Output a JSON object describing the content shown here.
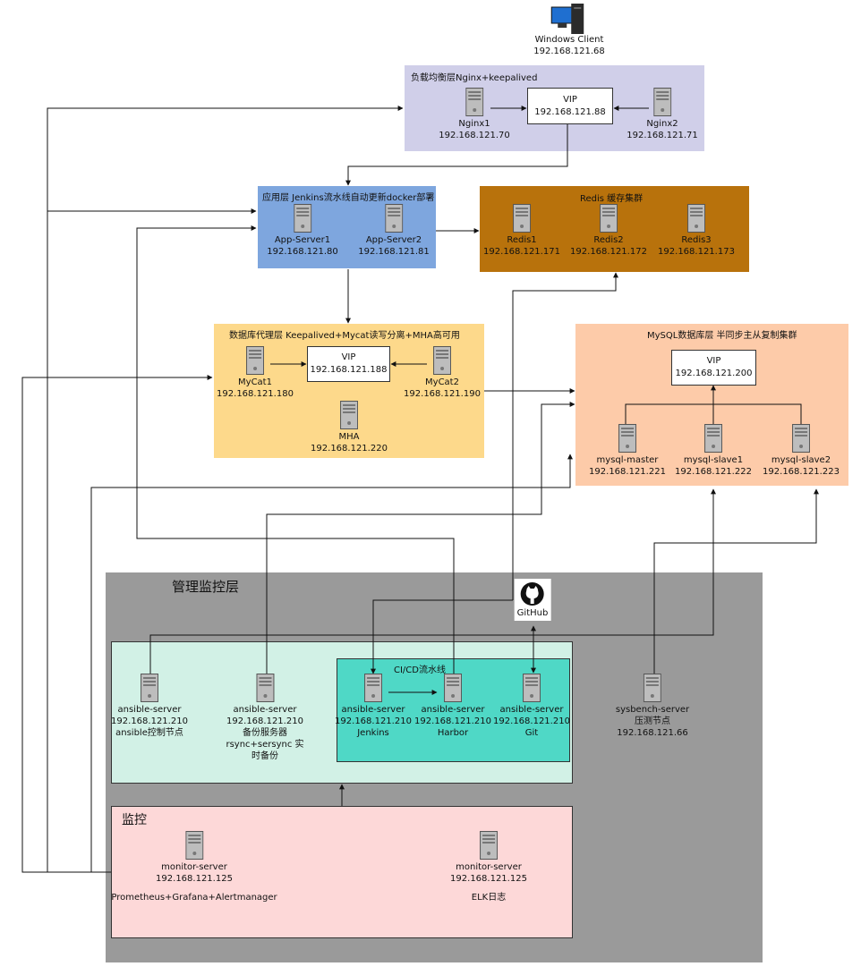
{
  "client": {
    "name": "Windows Client",
    "ip": "192.168.121.68"
  },
  "lb": {
    "title": "负载均衡层Nginx+keepalived",
    "vip": {
      "label": "VIP",
      "ip": "192.168.121.88"
    },
    "nginx1": {
      "name": "Nginx1",
      "ip": "192.168.121.70"
    },
    "nginx2": {
      "name": "Nginx2",
      "ip": "192.168.121.71"
    }
  },
  "app": {
    "title": "应用层 Jenkins流水线自动更新docker部署",
    "server1": {
      "name": "App-Server1",
      "ip": "192.168.121.80"
    },
    "server2": {
      "name": "App-Server2",
      "ip": "192.168.121.81"
    }
  },
  "redis": {
    "title": "Redis 缓存集群",
    "r1": {
      "name": "Redis1",
      "ip": "192.168.121.171"
    },
    "r2": {
      "name": "Redis2",
      "ip": "192.168.121.172"
    },
    "r3": {
      "name": "Redis3",
      "ip": "192.168.121.173"
    }
  },
  "proxy": {
    "title": "数据库代理层  Keepalived+Mycat读写分离+MHA高可用",
    "vip": {
      "label": "VIP",
      "ip": "192.168.121.188"
    },
    "mycat1": {
      "name": "MyCat1",
      "ip": "192.168.121.180"
    },
    "mycat2": {
      "name": "MyCat2",
      "ip": "192.168.121.190"
    },
    "mha": {
      "name": "MHA",
      "ip": "192.168.121.220"
    }
  },
  "mysql": {
    "title": "MySQL数据库层  半同步主从复制集群",
    "vip": {
      "label": "VIP",
      "ip": "192.168.121.200"
    },
    "master": {
      "name": "mysql-master",
      "ip": "192.168.121.221"
    },
    "slave1": {
      "name": "mysql-slave1",
      "ip": "192.168.121.222"
    },
    "slave2": {
      "name": "mysql-slave2",
      "ip": "192.168.121.223"
    }
  },
  "mgmt": {
    "title": "管理监控层",
    "github": "GitHub",
    "ansible": {
      "name": "ansible-server",
      "ip": "192.168.121.210",
      "role": "ansible控制节点"
    },
    "backup": {
      "name": "ansible-server",
      "ip": "192.168.121.210",
      "role": "备份服务器",
      "role2": "rsync+sersync 实",
      "role3": "时备份"
    },
    "cicd": {
      "title": "CI/CD流水线",
      "jenkins": {
        "name": "ansible-server",
        "ip": "192.168.121.210",
        "role": "Jenkins"
      },
      "harbor": {
        "name": "ansible-server",
        "ip": "192.168.121.210",
        "role": "Harbor"
      },
      "git": {
        "name": "ansible-server",
        "ip": "192.168.121.210",
        "role": "Git"
      }
    },
    "sysbench": {
      "name": "sysbench-server",
      "role": "压测节点",
      "ip": "192.168.121.66"
    },
    "monitor": {
      "title": "监控",
      "prom": {
        "name": "monitor-server",
        "ip": "192.168.121.125",
        "role": "Prometheus+Grafana+Alertmanager"
      },
      "elk": {
        "name": "monitor-server",
        "ip": "192.168.121.125",
        "role": "ELK日志"
      }
    }
  },
  "colors": {
    "lb": "#d0cfe9",
    "app": "#7ea6de",
    "redis": "#b8720c",
    "proxy": "#fdd98b",
    "mysql": "#fdcba9",
    "mgmt": "#9a9a9a",
    "ops": "#d2f1e6",
    "cicd": "#4fd8c6",
    "monitor": "#fdd8d8"
  }
}
